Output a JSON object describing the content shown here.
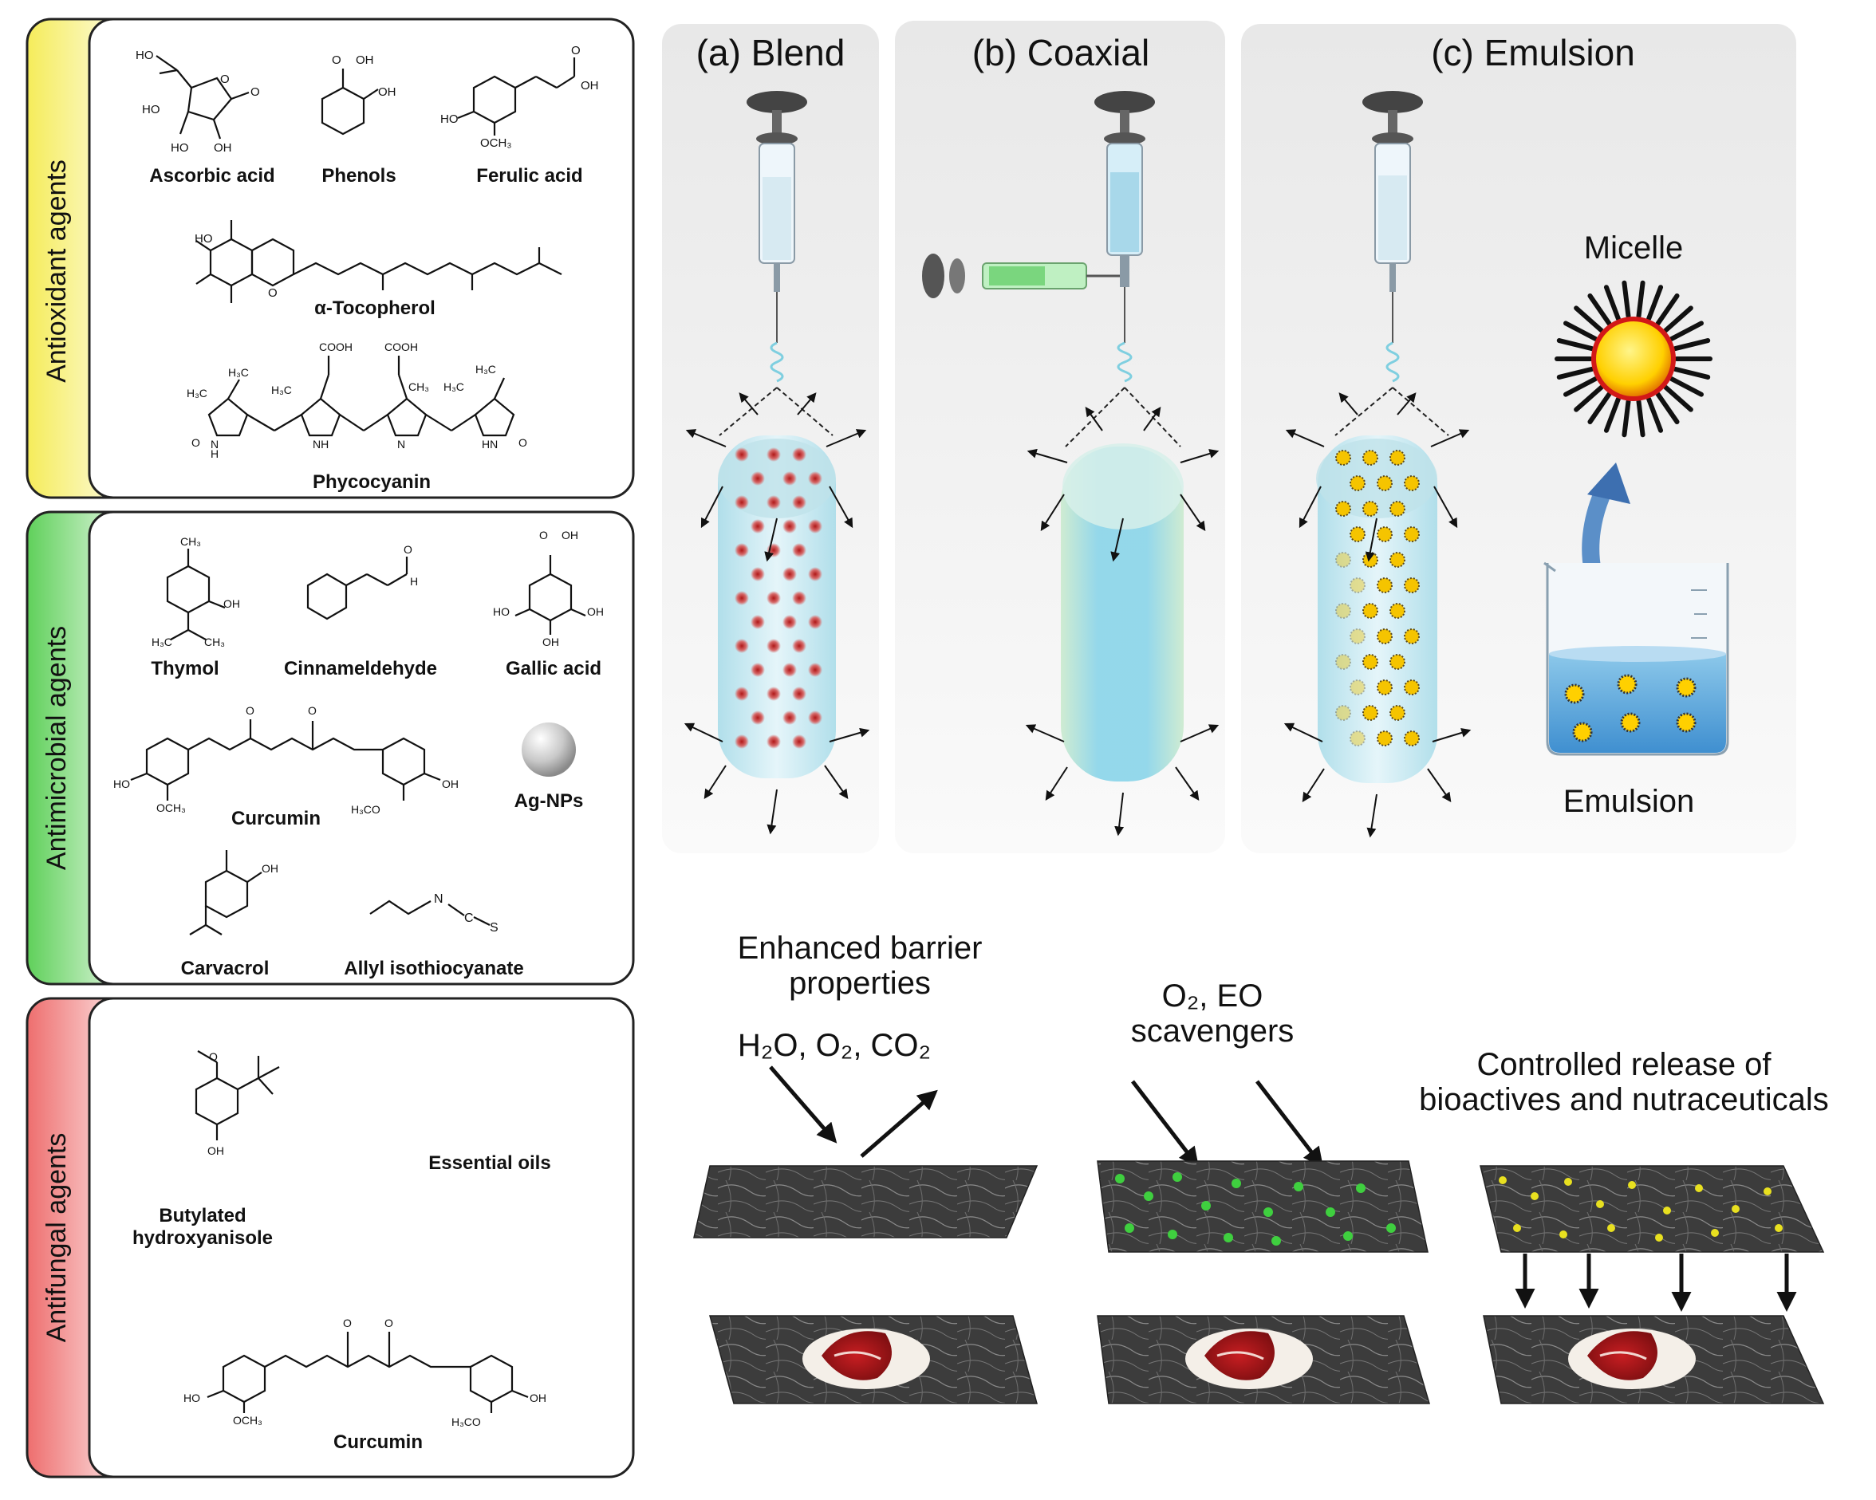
{
  "left": {
    "groups": [
      {
        "label": "Antioxidant agents",
        "color": "#f3ea6f",
        "compounds": [
          "Ascorbic acid",
          "Phenols",
          "Ferulic acid",
          "α-Tocopherol",
          "Phycocyanin"
        ]
      },
      {
        "label": "Antimicrobial agents",
        "color": "#7fd67a",
        "compounds": [
          "Thymol",
          "Cinnameldehyde",
          "Gallic acid",
          "Curcumin",
          "Ag-NPs",
          "Carvacrol",
          "Allyl isothiocyanate"
        ]
      },
      {
        "label": "Antifungal agents",
        "color": "#ef7f7f",
        "compounds": [
          "Butylated",
          "hydroxyanisole",
          "Essential oils",
          "Curcumin"
        ]
      }
    ],
    "atoms": {
      "HO": "HO",
      "OH": "OH",
      "COOH": "COOH",
      "OCH3": "OCH₃",
      "H3CO": "H₃CO",
      "H3C": "H₃C",
      "CH3": "CH₃",
      "H": "H",
      "N": "N",
      "O": "O",
      "C": "C",
      "S": "S",
      "HN": "HN",
      "NH": "NH"
    }
  },
  "methods": [
    {
      "label": "(a) Blend"
    },
    {
      "label": "(b) Coaxial"
    },
    {
      "label": "(c) Emulsion"
    }
  ],
  "emulsion_labels": {
    "micelle": "Micelle",
    "emulsion": "Emulsion"
  },
  "applications": {
    "barrier": {
      "title_line1": "Enhanced barrier",
      "title_line2": "properties",
      "gases": "H₂O, O₂, CO₂"
    },
    "scavenger": {
      "line1": "O₂, EO",
      "line2": "scavengers"
    },
    "release": {
      "line1": "Controlled release of",
      "line2": "bioactives and nutraceuticals"
    }
  },
  "colors": {
    "fiber_blue": "#bfe7f0",
    "blend_dot": "#b02a2a",
    "scavenger_dot": "#3fcf3f",
    "release_dot": "#e8e020",
    "mat": "#3a3a3a",
    "meat": "#a3181b"
  }
}
